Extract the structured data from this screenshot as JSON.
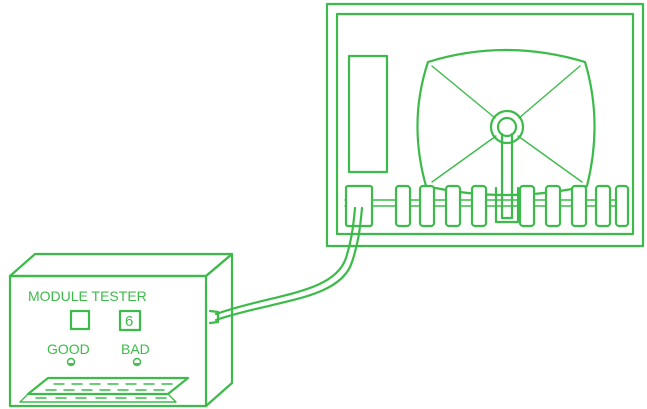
{
  "tester": {
    "title": "MODULE TESTER",
    "display_digit": "6",
    "good_label": "GOOD",
    "bad_label": "BAD"
  },
  "colors": {
    "line": "#3dbb4a",
    "background": "#ffffff"
  },
  "icons": {
    "good_indicator": "led-icon",
    "bad_indicator": "led-icon"
  }
}
